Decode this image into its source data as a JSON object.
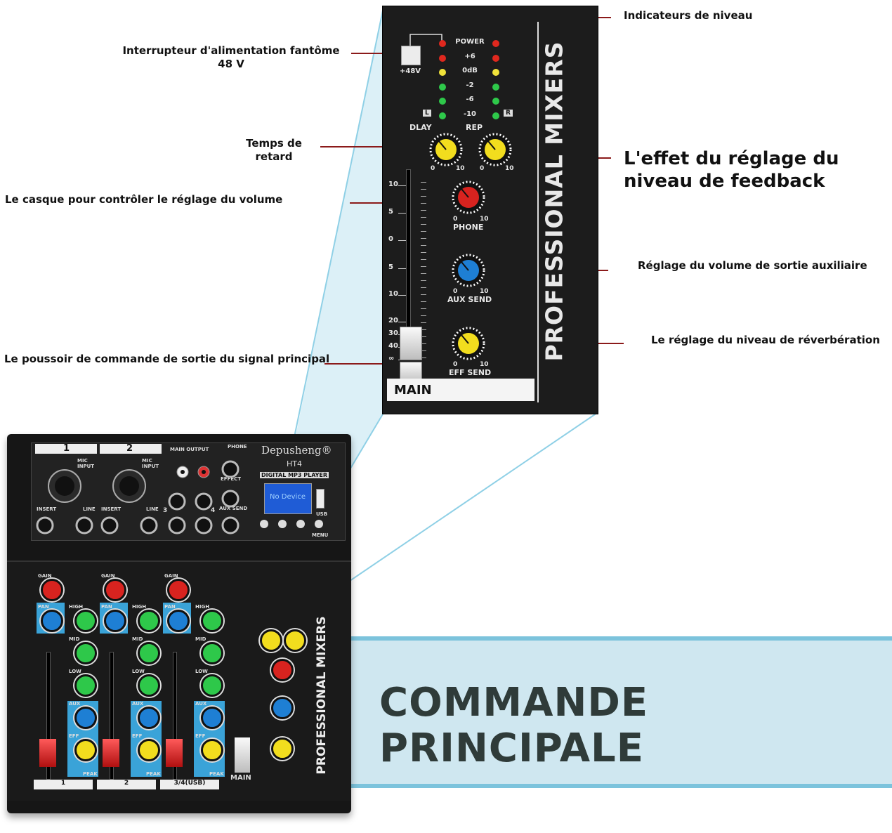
{
  "callouts": {
    "phantom_power": "Interrupteur d'alimentation fantôme 48 V",
    "level_indicators": "Indicateurs de niveau",
    "delay_time": "Temps de retard",
    "feedback_effect": "L'effet du réglage du niveau de feedback",
    "headphone_volume": "Le casque pour contrôler le réglage du volume",
    "aux_output": "Réglage du volume de sortie auxiliaire",
    "reverb_level": "Le réglage du niveau de réverbération",
    "main_fader": "Le poussoir de commande de sortie du signal principal"
  },
  "banner": {
    "title": "COMMANDE PRINCIPALE"
  },
  "panel": {
    "btn_48v": "+48V",
    "meter_labels": [
      "POWER",
      "+6",
      "0dB",
      "-2",
      "-6",
      "-10"
    ],
    "left_ch": "L",
    "right_ch": "R",
    "dlay": "DLAY",
    "rep": "REP",
    "phone": "PHONE",
    "aux_send": "AUX SEND",
    "eff_send": "EFF SEND",
    "knob_min": "0",
    "knob_max": "10",
    "fader_scale": [
      "10",
      "5",
      "0",
      "5",
      "10",
      "20",
      "30",
      "40",
      "∞"
    ],
    "main": "MAIN",
    "vertical_brand": "PROFESSIONAL MIXERS"
  },
  "mixer": {
    "brand": "Depusheng®",
    "model": "HT4",
    "player_label": "DIGITAL MP3 PLAYER",
    "display_text": "No Device",
    "usb": "USB",
    "menu": "MENU",
    "ch1": "1",
    "ch2": "2",
    "main_output": "MAIN OUTPUT",
    "phone_jack": "PHONE",
    "effect_jack": "EFFECT",
    "aux_send_jack": "AUX SEND",
    "mic_input": "MIC INPUT",
    "insert": "INSERT",
    "line": "LINE",
    "ch3": "3",
    "ch4": "4",
    "gain": "GAIN",
    "pan": "PAN",
    "high": "HIGH",
    "mid": "MID",
    "low": "LOW",
    "aux": "AUX",
    "eff": "EFF",
    "peak": "PEAK",
    "strip_ch1": "1",
    "strip_ch2": "2",
    "strip_ch34": "3/4(USB)",
    "main": "MAIN",
    "vertical_brand": "PROFESSIONAL MIXERS"
  },
  "colors": {
    "leader": "#8b1a1a",
    "banner_bg": "#cfe7f0",
    "banner_border": "#7cc3dc",
    "banner_text": "#2f3b39"
  }
}
